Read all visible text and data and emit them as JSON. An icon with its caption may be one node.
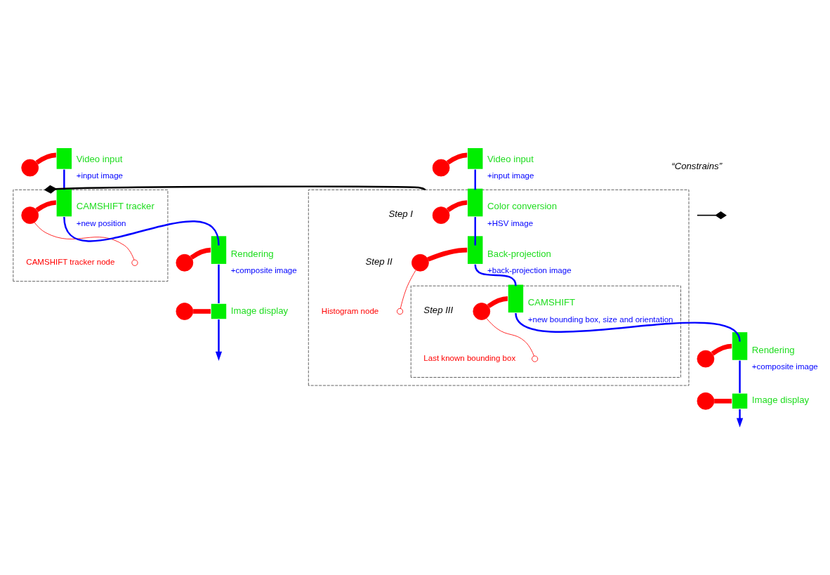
{
  "diagram": {
    "nodes": [
      {
        "text": [],
        "shape": "circle"
      },
      {
        "text": [
          "Video input",
          "+input image"
        ]
      },
      {
        "text": [],
        "shape": "box"
      },
      {
        "text": [],
        "shape": "circle",
        "in": 2
      },
      {
        "text": [
          "CAMSHIFT tracker",
          "+new position"
        ],
        "in": 2
      },
      {
        "text": [],
        "shape": "circle",
        "beside": [
          "CAMSHIFT tracker node"
        ],
        "in": 2
      },
      {
        "text": [],
        "shape": "circle"
      },
      {
        "text": [
          "Rendering",
          "+composite image"
        ]
      },
      {
        "text": [],
        "shape": "circle"
      },
      {
        "text": [
          "Image display"
        ]
      },
      {
        "text": [],
        "shape": "circle"
      },
      {
        "text": [
          "Video input",
          "+input image"
        ]
      },
      {
        "text": [],
        "shape": "box"
      },
      {
        "text": [],
        "shape": "circle",
        "in": 12
      },
      {
        "text": [
          "Color conversion",
          "+HSV image"
        ],
        "in": 12
      },
      {
        "text": [],
        "shape": "circle",
        "in": 12
      },
      {
        "text": [
          "Back-projection",
          "+back-projection image"
        ],
        "in": 12
      },
      {
        "text": [],
        "shape": "circle",
        "beside": [
          "Histogram node"
        ],
        "in": 12
      },
      {
        "text": [],
        "shape": "box",
        "in": 12
      },
      {
        "text": [],
        "shape": "circle",
        "in": 18
      },
      {
        "text": [
          "CAMSHIFT",
          "+new bounding box, size and orientation"
        ],
        "in": 18
      },
      {
        "text": [],
        "shape": "circle",
        "beside": [
          "Last known bounding box"
        ],
        "in": 18
      },
      {
        "text": [],
        "shape": "circle"
      },
      {
        "text": [
          "Rendering",
          "+composite image"
        ]
      },
      {
        "text": [],
        "shape": "circle"
      },
      {
        "text": [
          "Image display"
        ]
      }
    ],
    "edges": [
      {
        "from": 0,
        "to": 1,
        "arrow": "none",
        "style": "thick",
        "color": "#ff0000"
      },
      {
        "from": 3,
        "to": 4,
        "arrow": "none",
        "style": "thick",
        "color": "#ff0000"
      },
      {
        "from": 3,
        "to": 5,
        "arrow": "none",
        "color": "#ff0000"
      },
      {
        "from": 6,
        "to": 7,
        "arrow": "none",
        "style": "thick",
        "color": "#ff0000"
      },
      {
        "from": 8,
        "to": 9,
        "arrow": "none",
        "style": "thick",
        "color": "#ff0000"
      },
      {
        "from": 1,
        "to": 4,
        "arrow": "none",
        "color": "#0000ff"
      },
      {
        "from": 4,
        "to": 7,
        "arrow": "none",
        "color": "#0000ff"
      },
      {
        "from": 7,
        "to": 9,
        "arrow": "none",
        "color": "#0000ff"
      },
      {
        "from": 9,
        "to": null,
        "arrow": "to",
        "color": "#0000ff"
      },
      {
        "from": 10,
        "to": 11,
        "arrow": "none",
        "style": "thick",
        "color": "#ff0000"
      },
      {
        "from": 13,
        "to": 14,
        "arrow": "none",
        "style": "thick",
        "color": "#ff0000"
      },
      {
        "from": 15,
        "to": 16,
        "arrow": "none",
        "style": "thick",
        "color": "#ff0000"
      },
      {
        "from": 15,
        "to": 17,
        "arrow": "none",
        "color": "#ff0000"
      },
      {
        "from": 19,
        "to": 20,
        "arrow": "none",
        "style": "thick",
        "color": "#ff0000"
      },
      {
        "from": 19,
        "to": 21,
        "arrow": "none",
        "color": "#ff0000"
      },
      {
        "from": 22,
        "to": 23,
        "arrow": "none",
        "style": "thick",
        "color": "#ff0000"
      },
      {
        "from": 24,
        "to": 25,
        "arrow": "none",
        "style": "thick",
        "color": "#ff0000"
      },
      {
        "from": 11,
        "to": 14,
        "arrow": "none",
        "color": "#0000ff"
      },
      {
        "from": 14,
        "to": 16,
        "arrow": "none",
        "color": "#0000ff"
      },
      {
        "from": 16,
        "to": 20,
        "arrow": "none",
        "color": "#0000ff"
      },
      {
        "from": 20,
        "to": 23,
        "arrow": "none",
        "color": "#0000ff"
      },
      {
        "from": 23,
        "to": 25,
        "arrow": "none",
        "color": "#0000ff"
      },
      {
        "from": 25,
        "to": null,
        "arrow": "to",
        "color": "#0000ff"
      },
      {
        "from": 12,
        "to": 2,
        "arrow": "other",
        "color": "#000000"
      }
    ],
    "labels": [
      "Step I",
      "Step II",
      "Step III"
    ],
    "legend": [
      {
        "text": "“Constrains”"
      }
    ]
  }
}
